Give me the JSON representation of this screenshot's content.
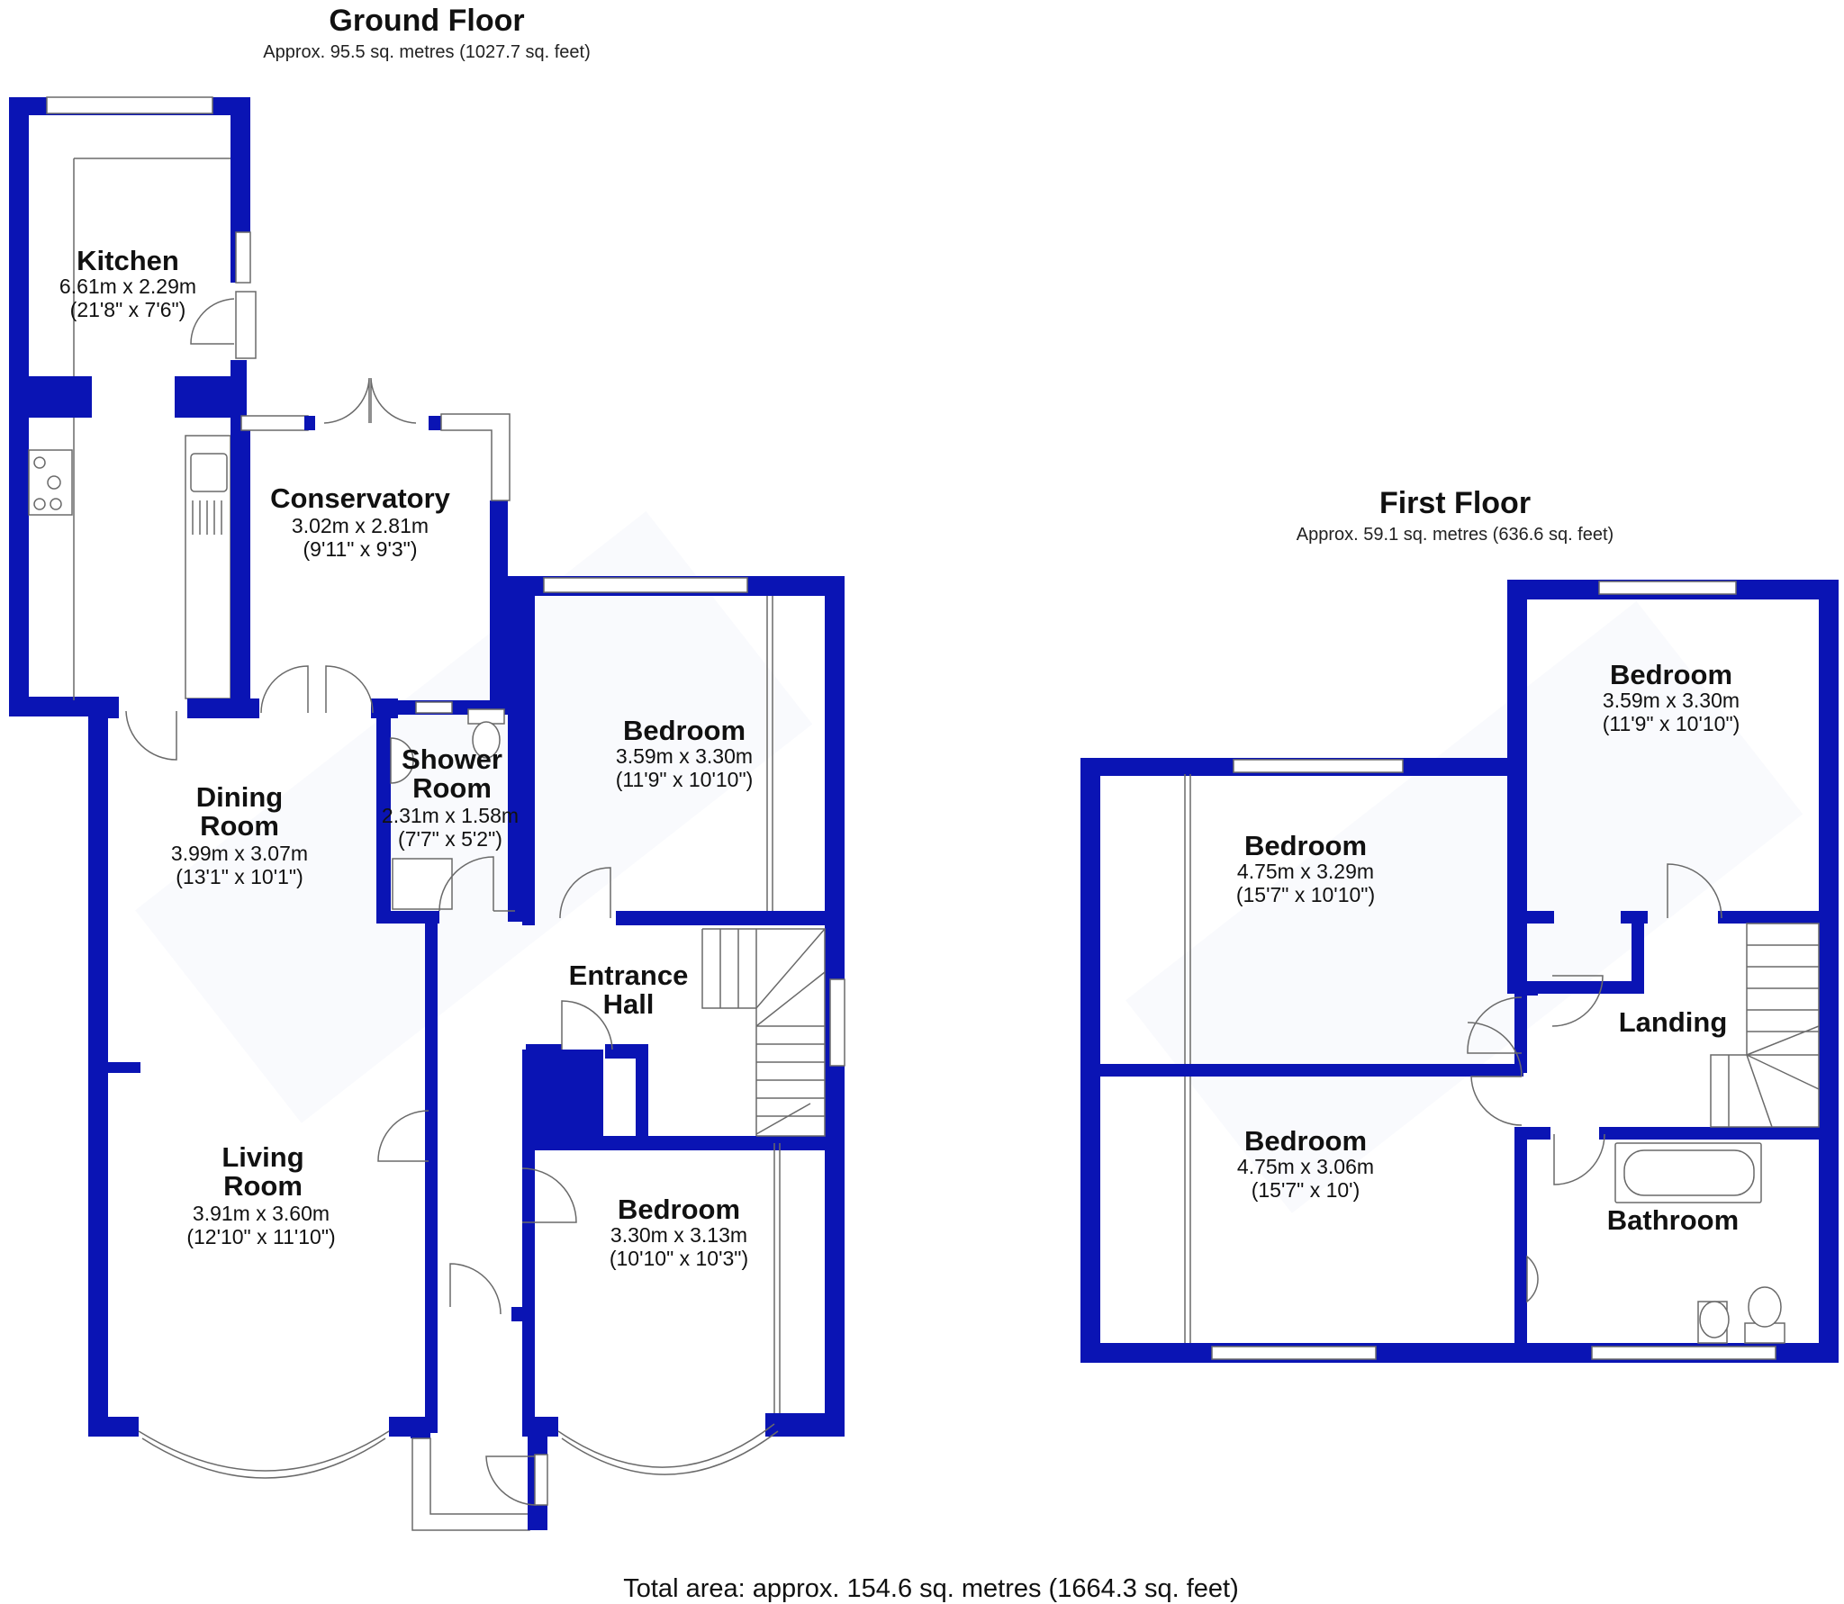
{
  "floors": {
    "ground": {
      "title": "Ground Floor",
      "area": "Approx. 95.5 sq. metres (1027.7 sq. feet)"
    },
    "first": {
      "title": "First Floor",
      "area": "Approx. 59.1 sq. metres (636.6 sq. feet)"
    }
  },
  "rooms": {
    "kitchen": {
      "name": "Kitchen",
      "metric": "6.61m x 2.29m",
      "imperial": "(21'8\" x 7'6\")"
    },
    "conservatory": {
      "name": "Conservatory",
      "metric": "3.02m x 2.81m",
      "imperial": "(9'11\" x 9'3\")"
    },
    "dining": {
      "name_line1": "Dining",
      "name_line2": "Room",
      "metric": "3.99m x 3.07m",
      "imperial": "(13'1\" x 10'1\")"
    },
    "shower": {
      "name_line1": "Shower",
      "name_line2": "Room",
      "metric": "2.31m x 1.58m",
      "imperial": "(7'7\" x 5'2\")"
    },
    "gf_bedroom_rear": {
      "name": "Bedroom",
      "metric": "3.59m x 3.30m",
      "imperial": "(11'9\" x 10'10\")"
    },
    "entrance_hall": {
      "name_line1": "Entrance",
      "name_line2": "Hall"
    },
    "living": {
      "name_line1": "Living",
      "name_line2": "Room",
      "metric": "3.91m x 3.60m",
      "imperial": "(12'10\" x 11'10\")"
    },
    "gf_bedroom_front": {
      "name": "Bedroom",
      "metric": "3.30m x 3.13m",
      "imperial": "(10'10\" x 10'3\")"
    },
    "ff_bedroom_rear_right": {
      "name": "Bedroom",
      "metric": "3.59m x 3.30m",
      "imperial": "(11'9\" x 10'10\")"
    },
    "ff_bedroom_rear_left": {
      "name": "Bedroom",
      "metric": "4.75m x 3.29m",
      "imperial": "(15'7\" x 10'10\")"
    },
    "landing": {
      "name": "Landing"
    },
    "ff_bedroom_front": {
      "name": "Bedroom",
      "metric": "4.75m x 3.06m",
      "imperial": "(15'7\" x 10')"
    },
    "bathroom": {
      "name": "Bathroom"
    }
  },
  "total_area": "Total area: approx. 154.6 sq. metres (1664.3 sq. feet)",
  "colors": {
    "wall": "#0a14b4",
    "fixture_line": "#6a6a6a",
    "background": "#ffffff"
  }
}
